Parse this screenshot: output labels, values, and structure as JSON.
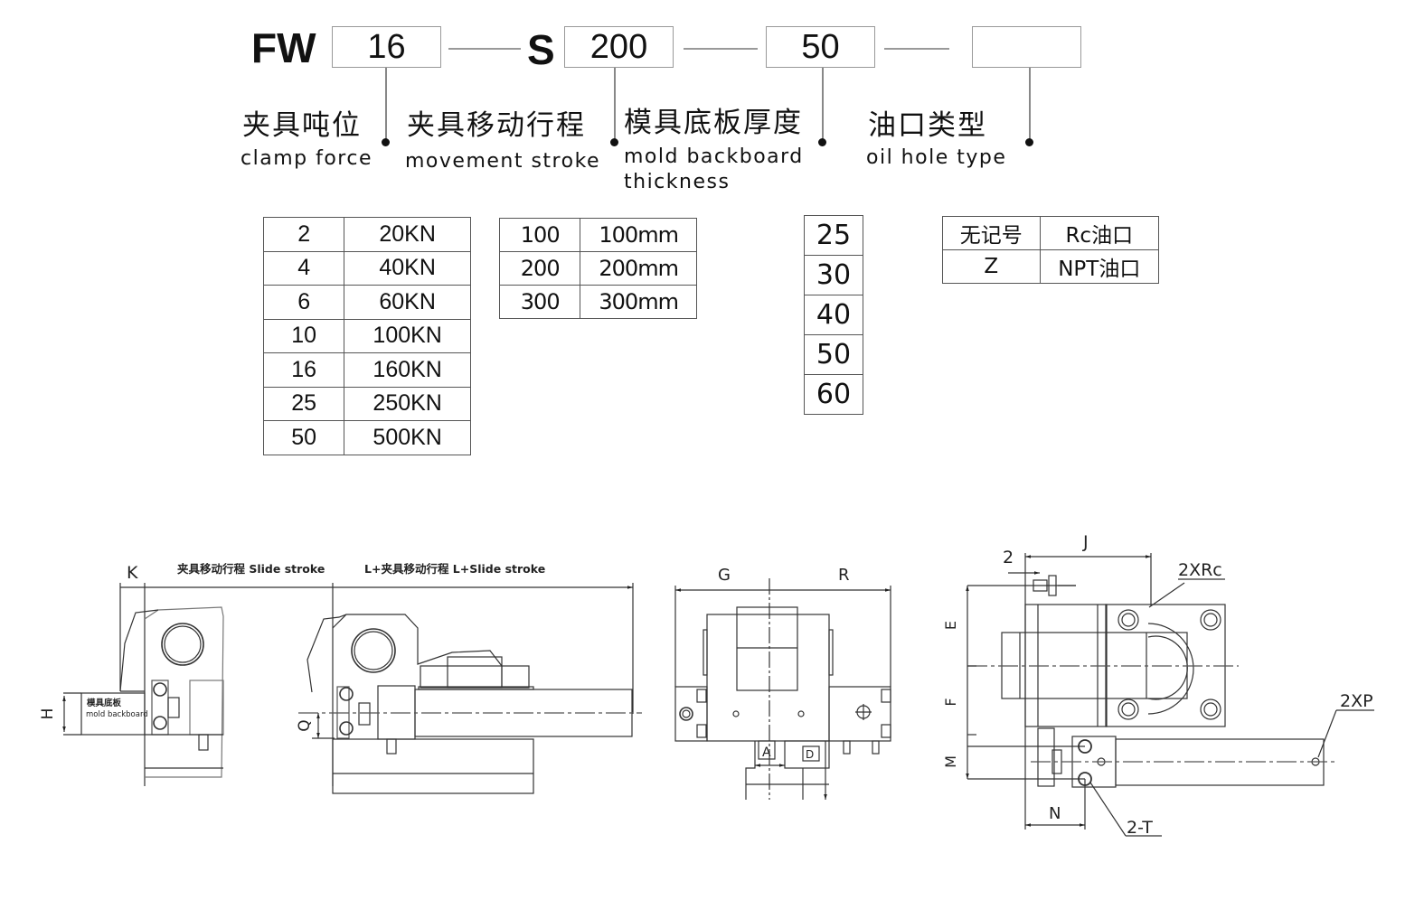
{
  "model_code": {
    "prefix": "FW",
    "clamp_force_value": "16",
    "stroke_prefix": "S",
    "stroke_value": "200",
    "thickness_value": "50",
    "oil_hole_value": ""
  },
  "fields": [
    {
      "cn": "夹具吨位",
      "en": "clamp force"
    },
    {
      "cn": "夹具移动行程",
      "en": "movement stroke"
    },
    {
      "cn": "模具底板厚度",
      "en": "mold backboard",
      "en2": "thickness"
    },
    {
      "cn": "油口类型",
      "en": "oil hole type"
    }
  ],
  "clamp_force_table": [
    {
      "code": "2",
      "value": "20KN"
    },
    {
      "code": "4",
      "value": "40KN"
    },
    {
      "code": "6",
      "value": "60KN"
    },
    {
      "code": "10",
      "value": "100KN"
    },
    {
      "code": "16",
      "value": "160KN"
    },
    {
      "code": "25",
      "value": "250KN"
    },
    {
      "code": "50",
      "value": "500KN"
    }
  ],
  "stroke_table": [
    {
      "code": "100",
      "value": "100mm"
    },
    {
      "code": "200",
      "value": "200mm"
    },
    {
      "code": "300",
      "value": "300mm"
    }
  ],
  "thickness_table": [
    "25",
    "30",
    "40",
    "50",
    "60"
  ],
  "oil_hole_table": [
    {
      "code": "无记号",
      "value": "Rc油口"
    },
    {
      "code": "Z",
      "value": "NPT油口"
    }
  ],
  "drawing": {
    "dim_k": "K",
    "slide_stroke_label": "夹具移动行程  Slide  stroke",
    "l_slide_stroke_label": "L+夹具移动行程  L+Slide  stroke",
    "dim_h": "H",
    "mold_backboard_cn": "模具底板",
    "mold_backboard_en": "mold  backboard",
    "dim_q": "Q",
    "dim_g": "G",
    "dim_r": "R",
    "dim_a": "A",
    "dim_d": "D",
    "dim_2": "2",
    "dim_j": "J",
    "callout_2xrc": "2XRc",
    "dim_e": "E",
    "dim_f": "F",
    "dim_m": "M",
    "dim_n": "N",
    "callout_2xp": "2XP",
    "callout_2t": "2-T"
  }
}
